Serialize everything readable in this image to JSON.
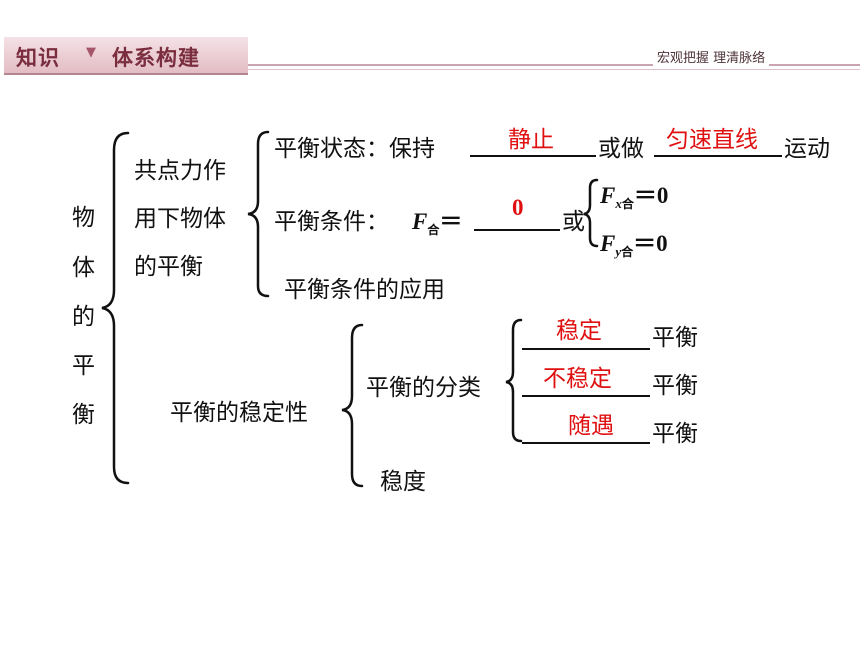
{
  "header": {
    "title_left": "知识",
    "title_right": "体系构建",
    "subtitle": "宏观把握  理清脉络"
  },
  "root": [
    "物",
    "体",
    "的",
    "平",
    "衡"
  ],
  "branch1": {
    "label_lines": [
      "共点力作",
      "用下物体",
      "的平衡"
    ],
    "state": {
      "text1": "平衡状态：保持",
      "answer1": "静止",
      "text2": "或做",
      "answer2": "匀速直线",
      "text3": "运动"
    },
    "condition": {
      "text1": "平衡条件：",
      "F": "F",
      "he": "合",
      "equals": "＝",
      "answer": "0",
      "or": "或",
      "eqx": {
        "sub": "x",
        "rhs": "＝0"
      },
      "eqy": {
        "sub": "y",
        "rhs": "＝0"
      }
    },
    "application": "平衡条件的应用"
  },
  "branch2": {
    "label": "平衡的稳定性",
    "classification": "平衡的分类",
    "types": [
      {
        "answer": "稳定",
        "suffix": "平衡"
      },
      {
        "answer": "不稳定",
        "suffix": "平衡"
      },
      {
        "answer": "随遇",
        "suffix": "平衡"
      }
    ],
    "degree": "稳度"
  }
}
